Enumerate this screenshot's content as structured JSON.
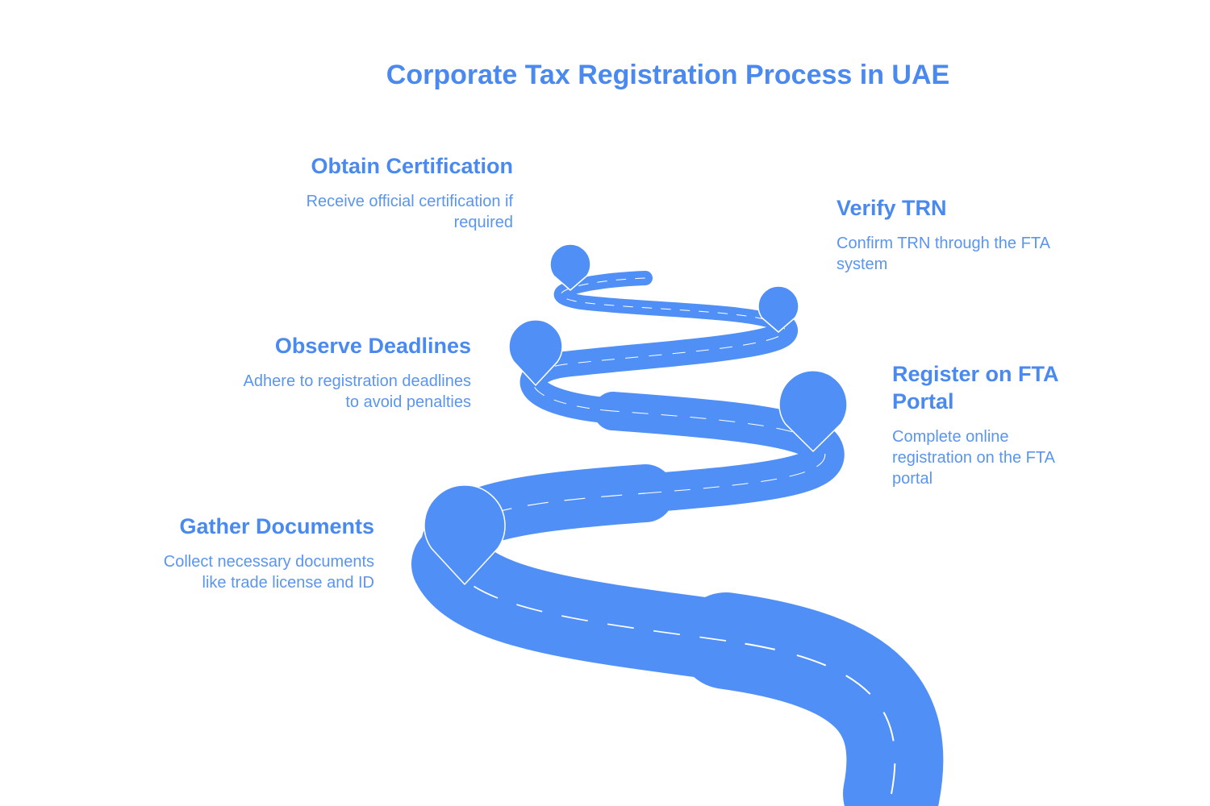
{
  "title": "Corporate Tax Registration Process in UAE",
  "steps": [
    {
      "heading": "Gather Documents",
      "description": "Collect necessary documents like trade license and ID"
    },
    {
      "heading": "Register on FTA Portal",
      "description": "Complete online registration on the FTA portal"
    },
    {
      "heading": "Observe Deadlines",
      "description": "Adhere to registration deadlines to avoid penalties"
    },
    {
      "heading": "Verify TRN",
      "description": "Confirm TRN through the FTA system"
    },
    {
      "heading": "Obtain Certification",
      "description": "Receive official certification if required"
    }
  ],
  "colors": {
    "road": "#5090f6",
    "text": "#4a8af0",
    "dash": "#ffffff"
  }
}
